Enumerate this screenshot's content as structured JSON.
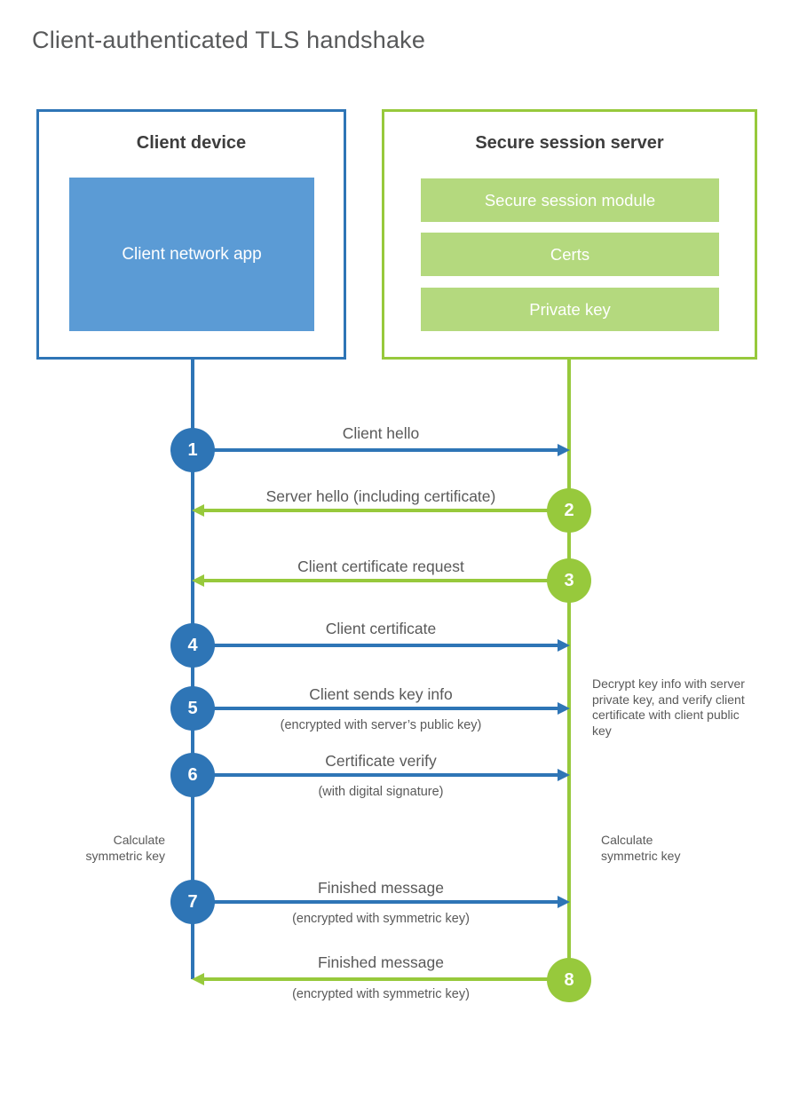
{
  "title": "Client-authenticated TLS handshake",
  "colors": {
    "blue": "#2e75b6",
    "blue_fill": "#5b9bd5",
    "green": "#97c93c",
    "green_fill": "#b4d97e",
    "text_gray": "#595959",
    "heading_gray": "#3d3d3d",
    "title_gray": "#58595a"
  },
  "client": {
    "title": "Client device",
    "module": "Client network app"
  },
  "server": {
    "title": "Secure session server",
    "modules": [
      "Secure session module",
      "Certs",
      "Private key"
    ]
  },
  "steps": [
    {
      "number": "1",
      "label": "Client hello",
      "sublabel": "",
      "from": "client",
      "to": "server"
    },
    {
      "number": "2",
      "label": "Server hello (including certificate)",
      "sublabel": "",
      "from": "server",
      "to": "client"
    },
    {
      "number": "3",
      "label": "Client certificate request",
      "sublabel": "",
      "from": "server",
      "to": "client"
    },
    {
      "number": "4",
      "label": "Client certificate",
      "sublabel": "",
      "from": "client",
      "to": "server"
    },
    {
      "number": "5",
      "label": "Client sends key info",
      "sublabel": "(encrypted with server’s public key)",
      "from": "client",
      "to": "server"
    },
    {
      "number": "6",
      "label": "Certificate verify",
      "sublabel": "(with digital signature)",
      "from": "client",
      "to": "server"
    },
    {
      "number": "7",
      "label": "Finished message",
      "sublabel": "(encrypted with symmetric key)",
      "from": "client",
      "to": "server"
    },
    {
      "number": "8",
      "label": "Finished message",
      "sublabel": "(encrypted with symmetric key)",
      "from": "server",
      "to": "client"
    }
  ],
  "notes": {
    "decrypt": "Decrypt key info with server private key, and verify client certificate with client public key",
    "calc_left": "Calculate symmetric key",
    "calc_right": "Calculate symmetric key"
  }
}
